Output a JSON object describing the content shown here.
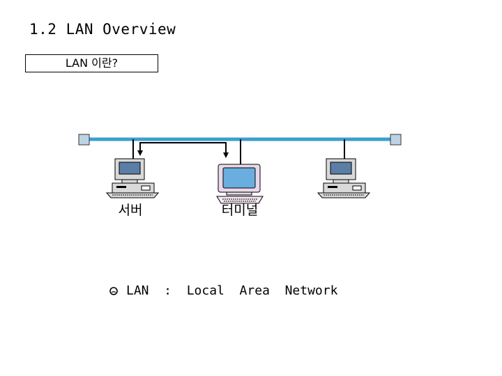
{
  "title": "1.2 LAN Overview",
  "subtitle": "LAN 이란?",
  "diagram": {
    "bus_color": "#3a9fd0",
    "terminator_fill": "#bcd3e6",
    "nodes": [
      {
        "id": "server",
        "label": "서버",
        "icon": "desktop-computer-icon",
        "screen_color": "#5b7ea6"
      },
      {
        "id": "terminal",
        "label": "터미널",
        "icon": "terminal-computer-icon",
        "screen_color": "#6aaee0"
      },
      {
        "id": "workstation",
        "label": "",
        "icon": "desktop-computer-icon",
        "screen_color": "#5b7ea6"
      }
    ]
  },
  "definition": {
    "bullet_icon": "hollow-bullet-icon",
    "text": "LAN  :  Local  Area  Network"
  }
}
